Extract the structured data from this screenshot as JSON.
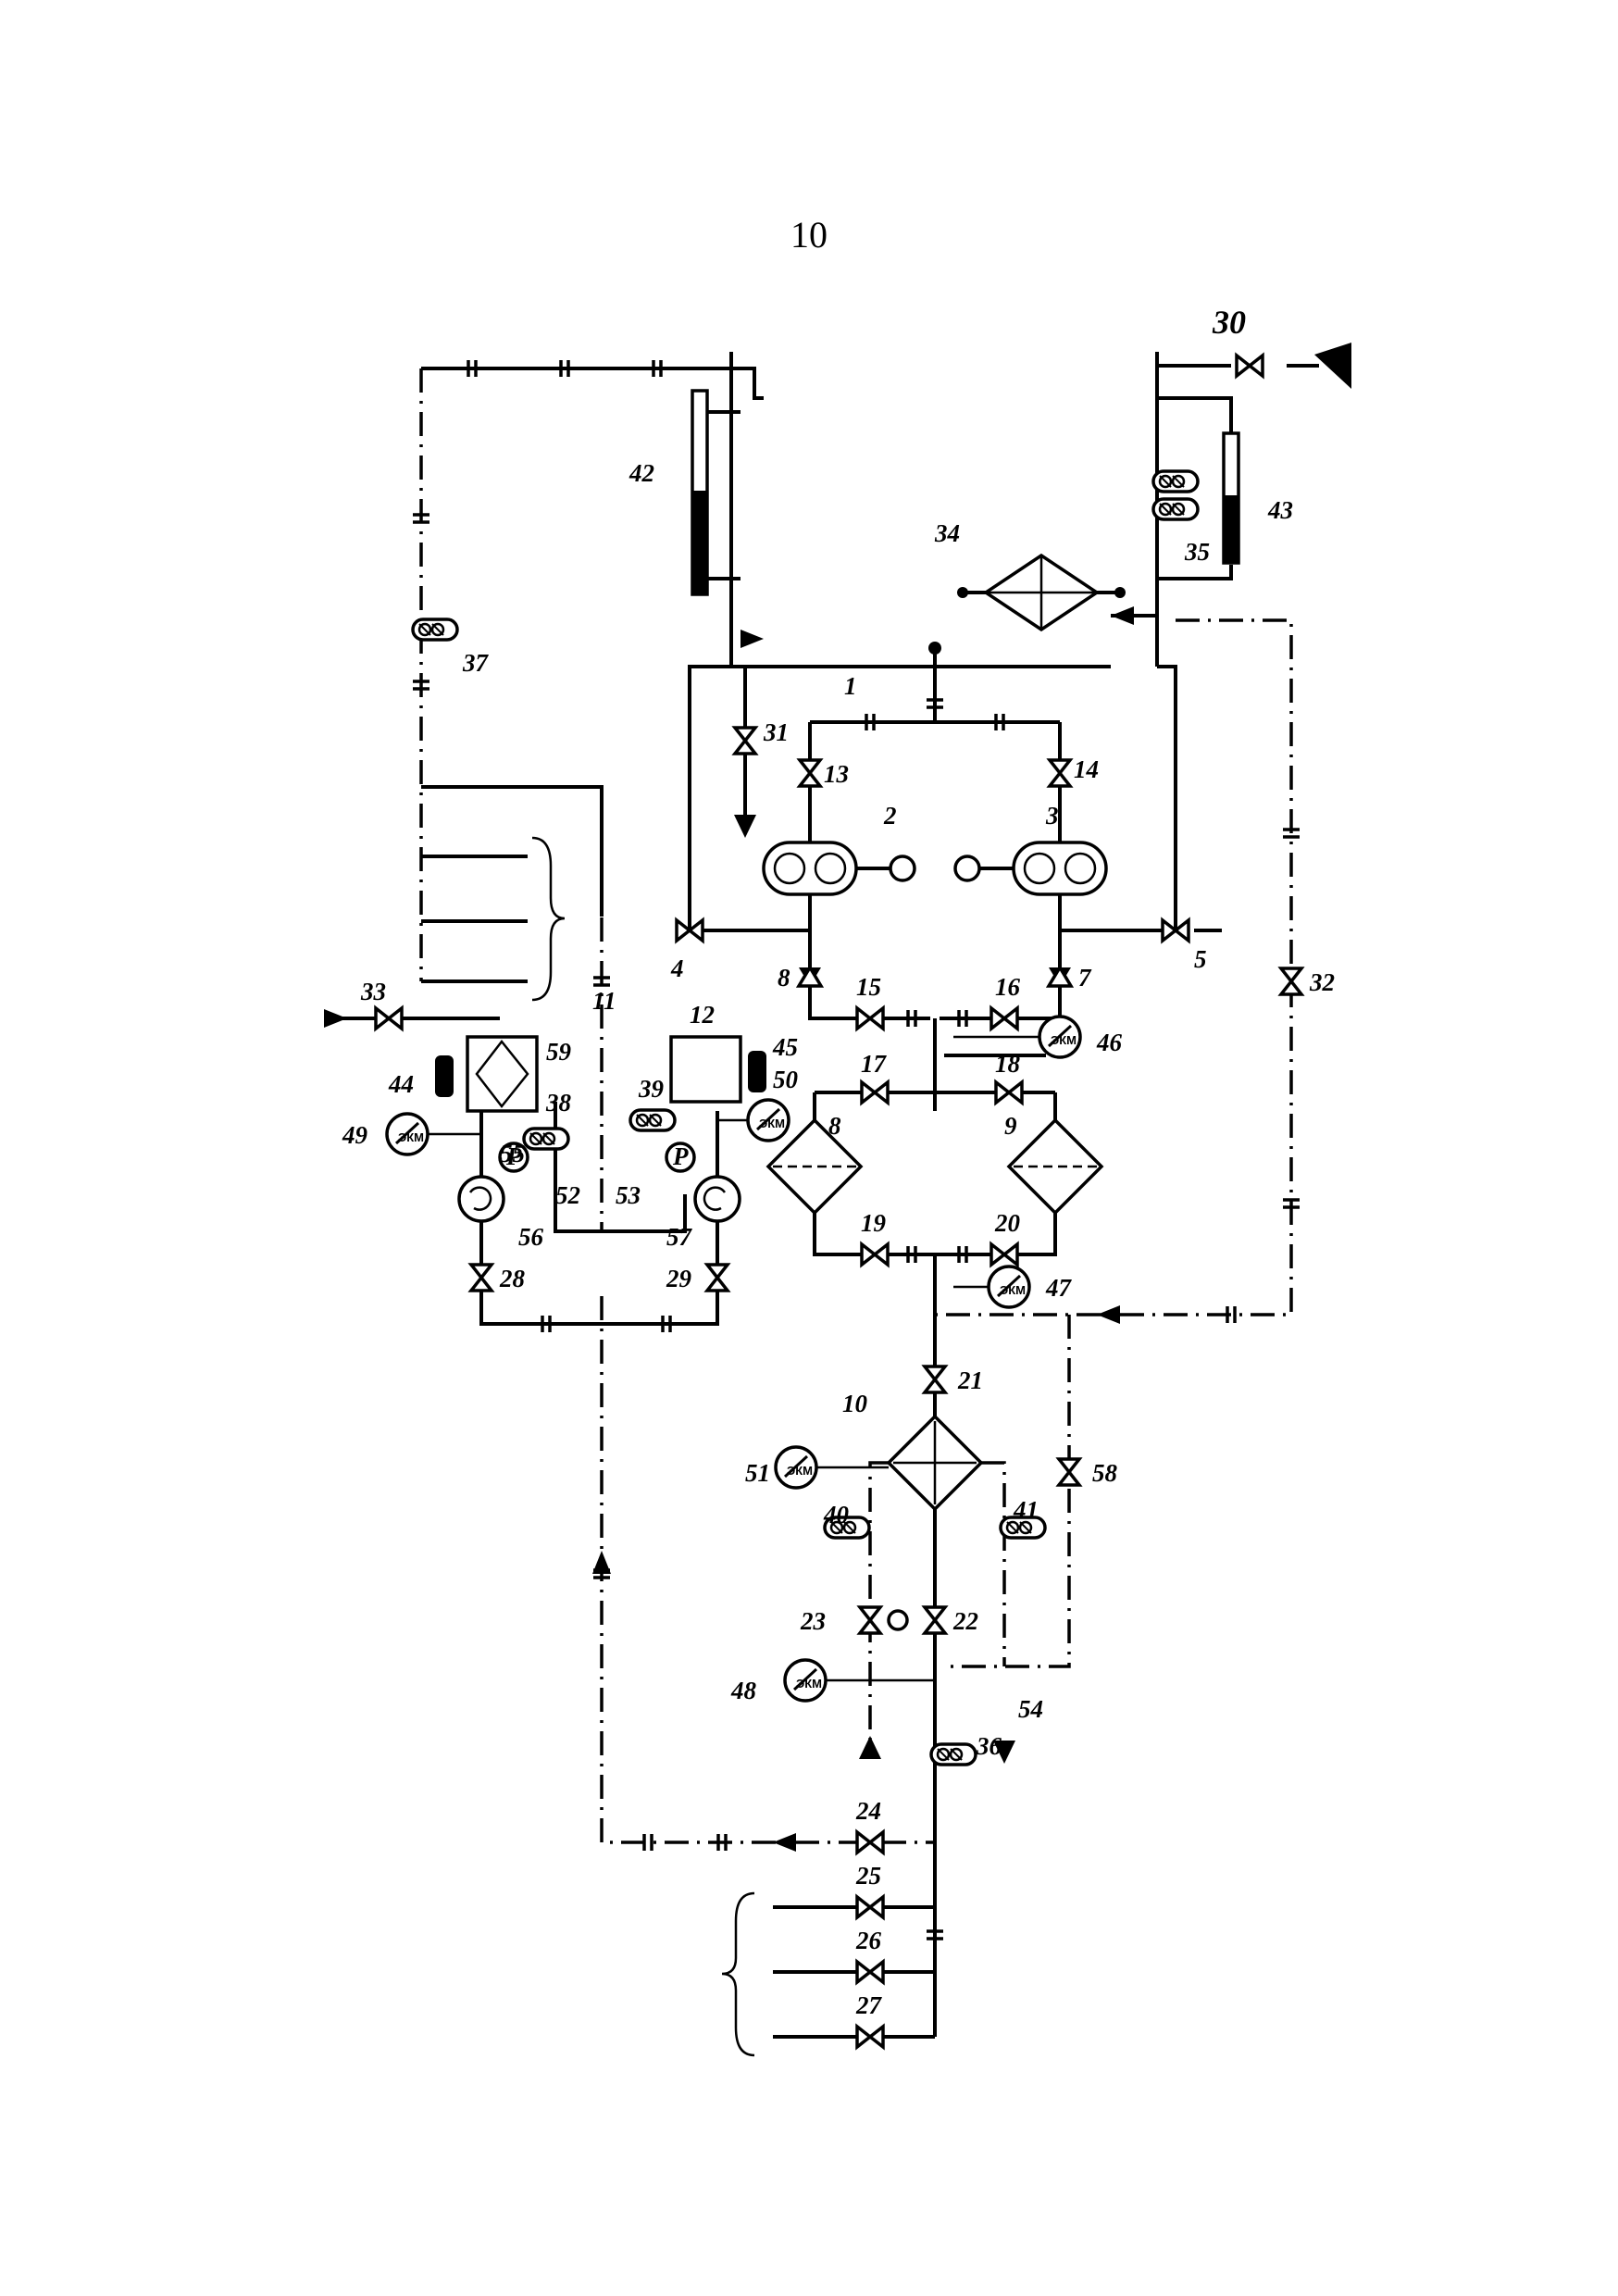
{
  "page": {
    "number": "10"
  },
  "labels": {
    "l1": "1",
    "l2": "2",
    "l3": "3",
    "l4": "4",
    "l5": "5",
    "l7": "7",
    "l8": "8",
    "l8b": "8",
    "l9": "9",
    "l10": "10",
    "l11": "11",
    "l12": "12",
    "l13": "13",
    "l14": "14",
    "l15": "15",
    "l16": "16",
    "l17": "17",
    "l18": "18",
    "l19": "19",
    "l20": "20",
    "l21": "21",
    "l22": "22",
    "l23": "23",
    "l24": "24",
    "l25": "25",
    "l26": "26",
    "l27": "27",
    "l28": "28",
    "l29": "29",
    "l30": "30",
    "l31": "31",
    "l32": "32",
    "l33": "33",
    "l34": "34",
    "l35": "35",
    "l36": "36",
    "l37": "37",
    "l38": "38",
    "l39": "39",
    "l40": "40",
    "l41": "41",
    "l42": "42",
    "l43": "43",
    "l44": "44",
    "l45": "45",
    "l46": "46",
    "l47": "47",
    "l48": "48",
    "l49": "49",
    "l50": "50",
    "l51": "51",
    "l52": "52",
    "l53": "53",
    "l54": "54",
    "l55": "55",
    "l56": "56",
    "l57": "57",
    "l58": "58",
    "l59": "59"
  },
  "instrument_marks": {
    "gauge_text": "Р"
  },
  "colors": {
    "ink": "#000000",
    "paper": "#ffffff"
  }
}
